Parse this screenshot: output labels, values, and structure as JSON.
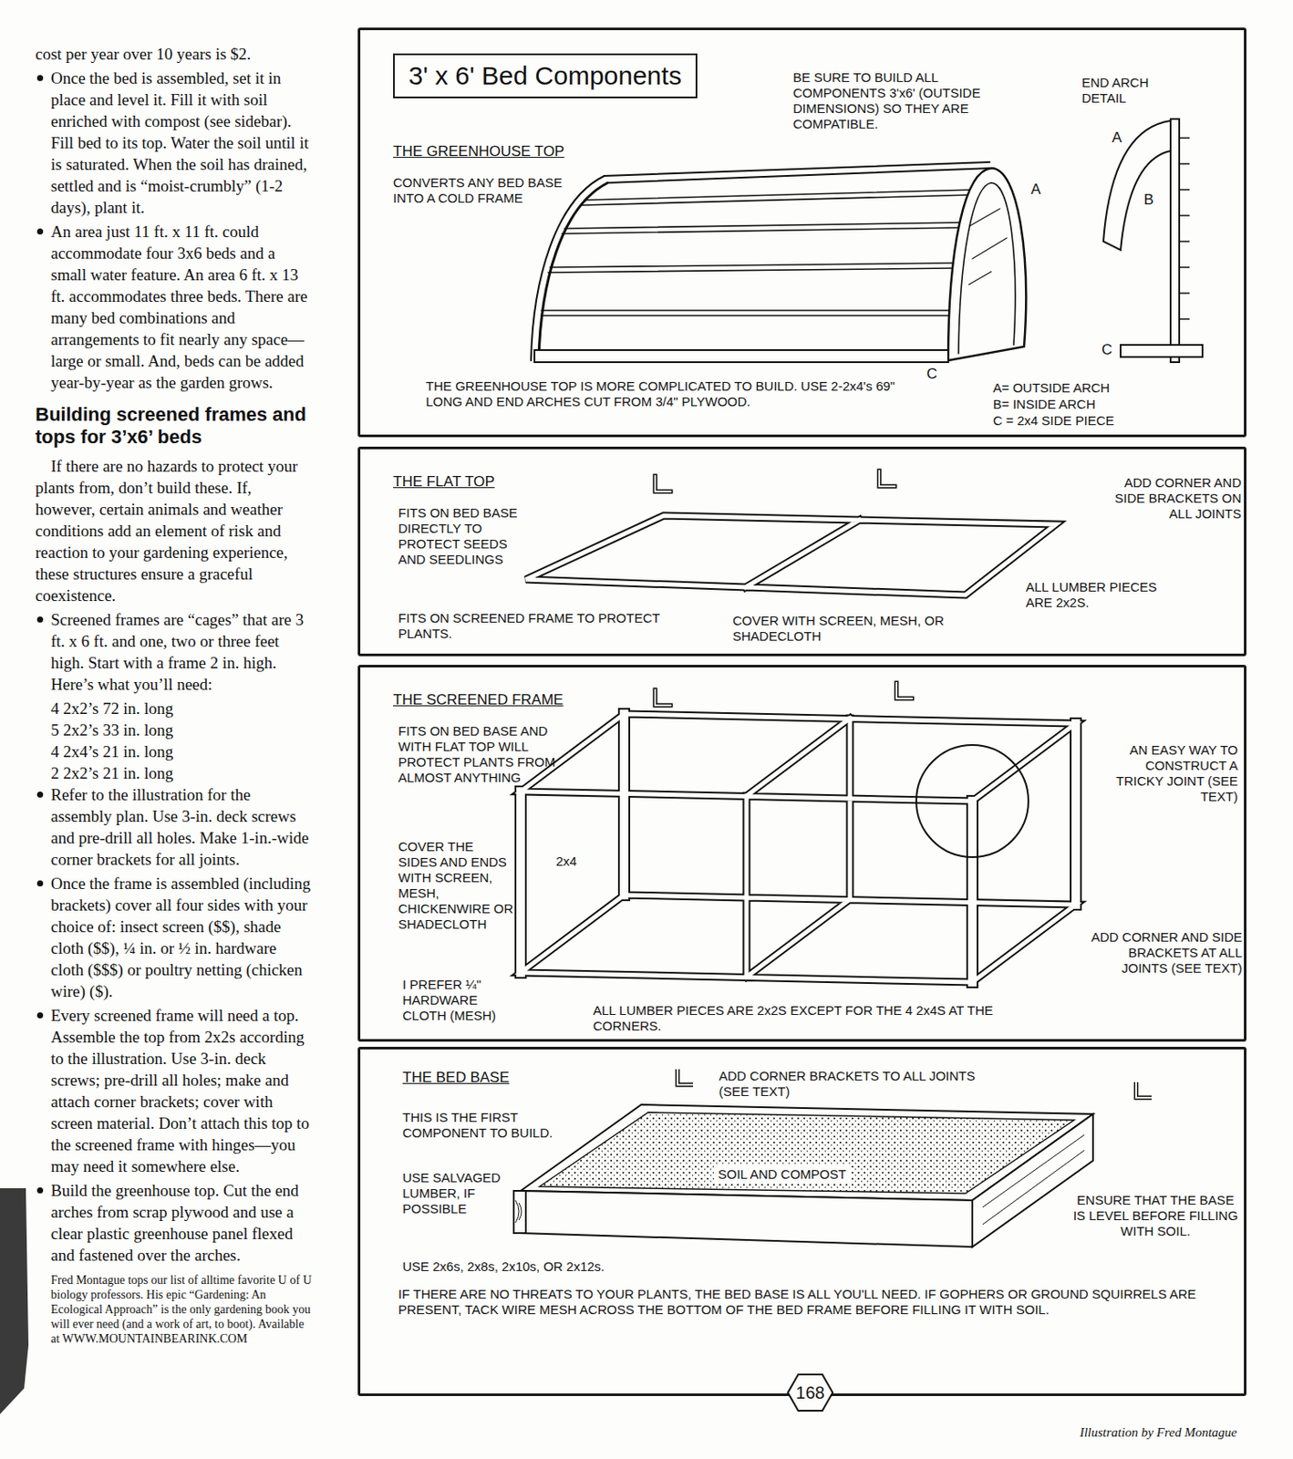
{
  "diagram": {
    "caption": "Illustration by Fred Montague",
    "nodes": [
      {
        "text": [
          "BE SURE TO BUILD ALL COMPONENTS 3'x6' (OUTSIDE DIMENSIONS) SO THEY ARE COMPATIBLE.",
          "END ARCH DETAIL",
          "THE GREENHOUSE TOP",
          "CONVERTS ANY BED BASE INTO A COLD FRAME",
          "THE GREENHOUSE TOP IS MORE COMPLICATED TO BUILD. USE 2-2x4's 69\" LONG AND END ARCHES CUT FROM 3/4\" PLYWOOD.",
          "A= OUTSIDE ARCH",
          "B= INSIDE ARCH",
          "C = 2x4 SIDE PIECE"
        ]
      },
      {
        "text": [
          "3' x 6' Bed Components"
        ],
        "in": 0
      },
      {
        "text": [
          "THE FLAT TOP",
          "FITS ON BED BASE DIRECTLY TO PROTECT SEEDS AND SEEDLINGS",
          "ADD CORNER AND SIDE BRACKETS ON ALL JOINTS",
          "ALL LUMBER PIECES ARE 2x2S.",
          "FITS ON SCREENED FRAME TO PROTECT PLANTS.",
          "COVER WITH SCREEN, MESH, OR SHADECLOTH"
        ]
      },
      {
        "text": [
          "THE SCREENED FRAME",
          "FITS ON BED BASE AND WITH FLAT TOP WILL PROTECT PLANTS FROM ALMOST ANYTHING",
          "AN EASY WAY TO CONSTRUCT A TRICKY JOINT (SEE TEXT)",
          "COVER THE SIDES AND ENDS WITH SCREEN, MESH, CHICKENWIRE OR SHADECLOTH",
          "ADD CORNER AND SIDE BRACKETS AT ALL JOINTS (SEE TEXT)",
          "I PREFER ¼\" HARDWARE CLOTH (MESH)",
          "ALL LUMBER PIECES ARE 2x2S EXCEPT FOR THE 4 2x4S AT THE CORNERS."
        ]
      },
      {
        "text": [
          "THE BED BASE",
          "ADD CORNER BRACKETS TO ALL JOINTS (SEE TEXT)",
          "THIS IS THE FIRST COMPONENT TO BUILD.",
          "SOIL AND COMPOST",
          "USE SALVAGED LUMBER, IF POSSIBLE",
          "ENSURE THAT THE BASE IS LEVEL BEFORE FILLING WITH SOIL.",
          "USE 2x6s, 2x8s, 2x10s, OR 2x12s.",
          "IF THERE ARE NO THREATS TO YOUR PLANTS, THE BED BASE IS ALL YOU'LL NEED. IF GOPHERS OR GROUND SQUIRRELS ARE PRESENT, TACK WIRE MESH ACROSS THE BOTTOM OF THE BED FRAME BEFORE FILLING IT WITH SOIL."
        ]
      },
      {
        "text": [
          "168"
        ]
      }
    ],
    "labels": [
      "cost per year over 10 years is $2.",
      "Once the bed is assembled, set it in place and level it. Fill it with soil enriched with compost (see sidebar). Fill bed to its top. Water the soil until it is saturated. When the soil has drained, settled and is “moist-crumbly” (1-2 days), plant it.",
      "An area just 11 ft. x 11 ft. could accommodate four 3x6 beds and a small water feature. An area 6 ft. x 13 ft. accommodates three beds. There are many bed combinations and arrangements to fit nearly any space—large or small. And, beds can be added year-by-year as the garden grows.",
      "Building screened frames and tops for 3’x6’ beds",
      "If there are no hazards to protect your plants from, don’t build these. If, however, certain animals and weather conditions add an element of risk and reaction to your gardening experience, these structures ensure a graceful coexistence.",
      "Screened frames are “cages” that are 3 ft. x 6 ft. and one, two or three feet high. Start with a frame 2 in. high. Here’s what you’ll need:",
      "4 2x2’s 72 in. long",
      "5 2x2’s 33 in. long",
      "4 2x4’s 21 in. long",
      "2 2x2’s 21 in. long",
      "Refer to the illustration for the assembly plan. Use 3-in. deck screws and pre-drill all holes. Make 1-in.-wide corner brackets for all joints.",
      "Once the frame is assembled (including brackets) cover all four sides with your choice of: insect screen ($$), shade cloth ($$), ¼ in. or ½ in. hardware cloth ($$$) or poultry netting (chicken wire) ($).",
      "Every screened frame will need a top. Assemble the top from 2x2s according to the illustration. Use 3-in. deck screws; pre-drill all holes; make and attach corner brackets; cover with screen material. Don’t attach this top to the screened frame with hinges—you may need it somewhere else.",
      "Build the greenhouse top. Cut the end arches from scrap plywood and use a clear plastic greenhouse panel flexed and fastened over the arches.",
      "Fred Montague tops our list of alltime favorite U of U biology professors. His epic “Gardening: An Ecological Approach” is the only gardening book you will ever need (and a work of art, to boot). Available at WWW.MOUNTAINBEARINK.COM",
      "A",
      "B",
      "C",
      "A",
      "C",
      "2x4"
    ]
  }
}
